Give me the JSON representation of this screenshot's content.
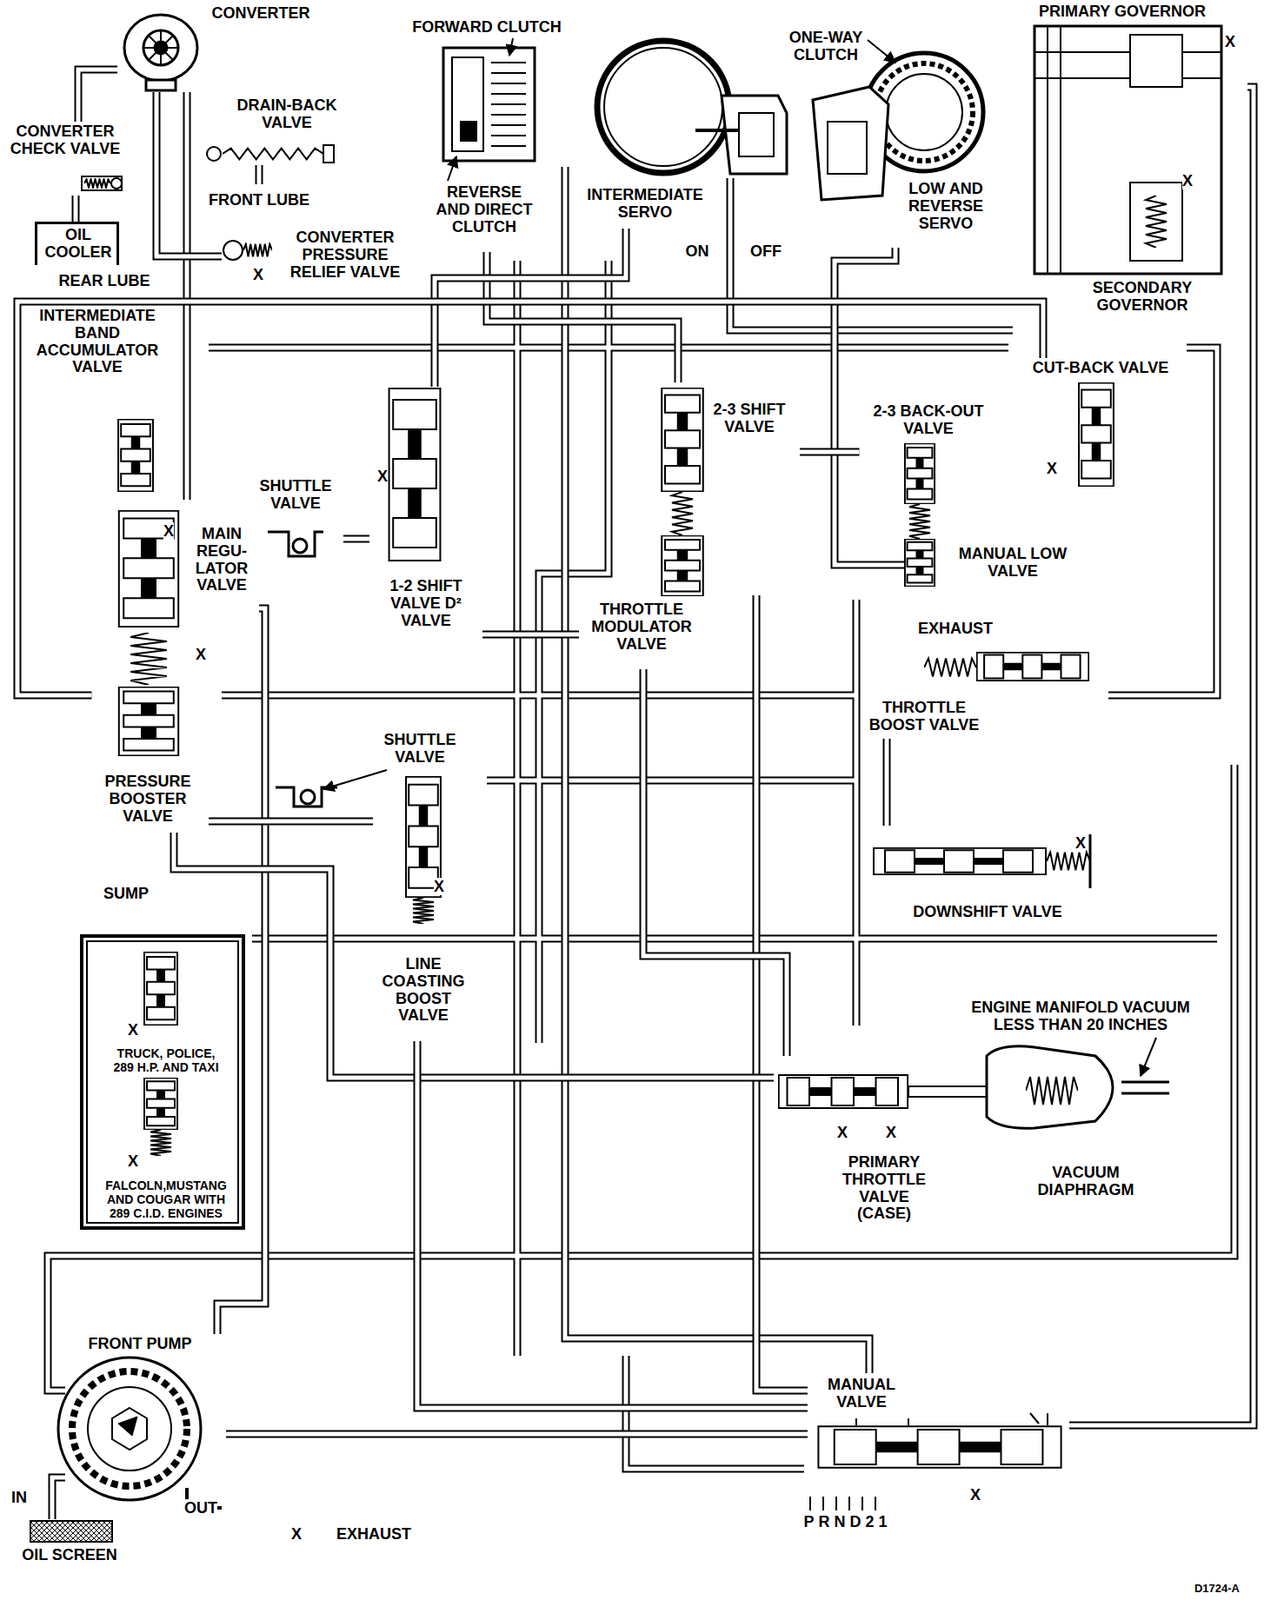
{
  "diagram": {
    "nodes": [
      {
        "text": [
          "CONVERTER"
        ]
      },
      {
        "text": [
          "FORWARD CLUTCH"
        ]
      },
      {
        "text": [
          "REVERSE AND DIRECT CLUTCH"
        ]
      },
      {
        "text": [
          "INTERMEDIATE SERVO"
        ]
      },
      {
        "text": [
          "ONE-WAY CLUTCH"
        ]
      },
      {
        "text": [
          "LOW AND REVERSE SERVO"
        ]
      },
      {
        "text": [
          "PRIMARY GOVERNOR"
        ]
      },
      {
        "text": [
          "SECONDARY GOVERNOR"
        ]
      },
      {
        "text": [
          "DRAIN-BACK VALVE"
        ]
      },
      {
        "text": [
          "CONVERTER CHECK VALVE"
        ]
      },
      {
        "text": [
          "OIL COOLER"
        ]
      },
      {
        "text": [
          "CONVERTER PRESSURE RELIEF VALVE"
        ]
      },
      {
        "text": [
          "INTERMEDIATE BAND ACCUMULATOR VALVE"
        ]
      },
      {
        "text": [
          "MAIN REGU-LATOR VALVE"
        ]
      },
      {
        "text": [
          "PRESSURE BOOSTER VALVE"
        ]
      },
      {
        "text": [
          "SHUTTLE VALVE"
        ]
      },
      {
        "text": [
          "1-2 SHIFT VALVE D² VALVE"
        ]
      },
      {
        "text": [
          "2-3 SHIFT VALVE"
        ]
      },
      {
        "text": [
          "THROTTLE MODULATOR VALVE"
        ]
      },
      {
        "text": [
          "2-3 BACK-OUT VALVE"
        ]
      },
      {
        "text": [
          "MANUAL LOW VALVE"
        ]
      },
      {
        "text": [
          "CUT-BACK VALVE"
        ]
      },
      {
        "text": [
          "THROTTLE BOOST VALVE"
        ]
      },
      {
        "text": [
          "SHUTTLE VALVE"
        ]
      },
      {
        "text": [
          "LINE COASTING BOOST VALVE"
        ]
      },
      {
        "text": [
          "DOWNSHIFT VALVE"
        ]
      },
      {
        "text": [
          "PRIMARY THROTTLE VALVE (CASE)"
        ]
      },
      {
        "text": [
          "VACUUM DIAPHRAGM"
        ]
      },
      {
        "text": [
          "TRUCK, POLICE, 289 H.P. AND TAXI",
          "FALCOLN,MUSTANG AND COUGAR WITH 289 C.I.D. ENGINES"
        ]
      },
      {
        "text": [
          "FRONT PUMP"
        ]
      },
      {
        "text": [
          "OIL SCREEN"
        ]
      },
      {
        "text": [
          "MANUAL VALVE"
        ]
      }
    ],
    "edges": [
      {
        "from": 30,
        "to": 29,
        "arrow": "none"
      },
      {
        "from": 29,
        "to": 13,
        "arrow": "none"
      },
      {
        "from": 13,
        "to": 0,
        "arrow": "none"
      },
      {
        "from": 0,
        "to": 9,
        "arrow": "none"
      },
      {
        "from": 9,
        "to": 10,
        "arrow": "none"
      },
      {
        "from": 0,
        "to": 11,
        "arrow": "none"
      },
      {
        "from": 29,
        "to": 31,
        "arrow": "none"
      },
      {
        "from": 31,
        "to": 1,
        "arrow": "none"
      },
      {
        "from": 31,
        "to": 17,
        "arrow": "none"
      },
      {
        "from": 17,
        "to": 2,
        "arrow": "none"
      },
      {
        "from": 16,
        "to": 3,
        "arrow": "none"
      },
      {
        "from": 20,
        "to": 5,
        "arrow": "none"
      },
      {
        "from": 31,
        "to": 6,
        "arrow": "none"
      },
      {
        "from": 26,
        "to": 14,
        "arrow": "none"
      },
      {
        "from": 21,
        "to": 14,
        "arrow": "none"
      },
      {
        "from": 26,
        "to": 18,
        "arrow": "none"
      },
      {
        "from": 22,
        "to": 25,
        "arrow": "none"
      },
      {
        "from": 19,
        "to": 17,
        "arrow": "none"
      },
      {
        "from": 15,
        "to": 16,
        "arrow": "none"
      },
      {
        "from": 18,
        "to": 16,
        "arrow": "none"
      },
      {
        "from": 24,
        "to": 14,
        "arrow": "none"
      },
      {
        "from": 31,
        "to": 24,
        "arrow": "none"
      }
    ],
    "labels": [
      "X",
      "X",
      "FRONT LUBE",
      "X",
      "REAR LUBE",
      "ON",
      "OFF",
      "X",
      "X",
      "X",
      "X",
      "EXHAUST",
      "X",
      "X",
      "SUMP",
      "ENGINE MANIFOLD VACUUM LESS THAN 20 INCHES",
      "X",
      "X",
      "X",
      "X",
      "X",
      "IN",
      "OUT",
      "PRND21",
      "X",
      "EXHAUST",
      "D1724-A"
    ]
  }
}
